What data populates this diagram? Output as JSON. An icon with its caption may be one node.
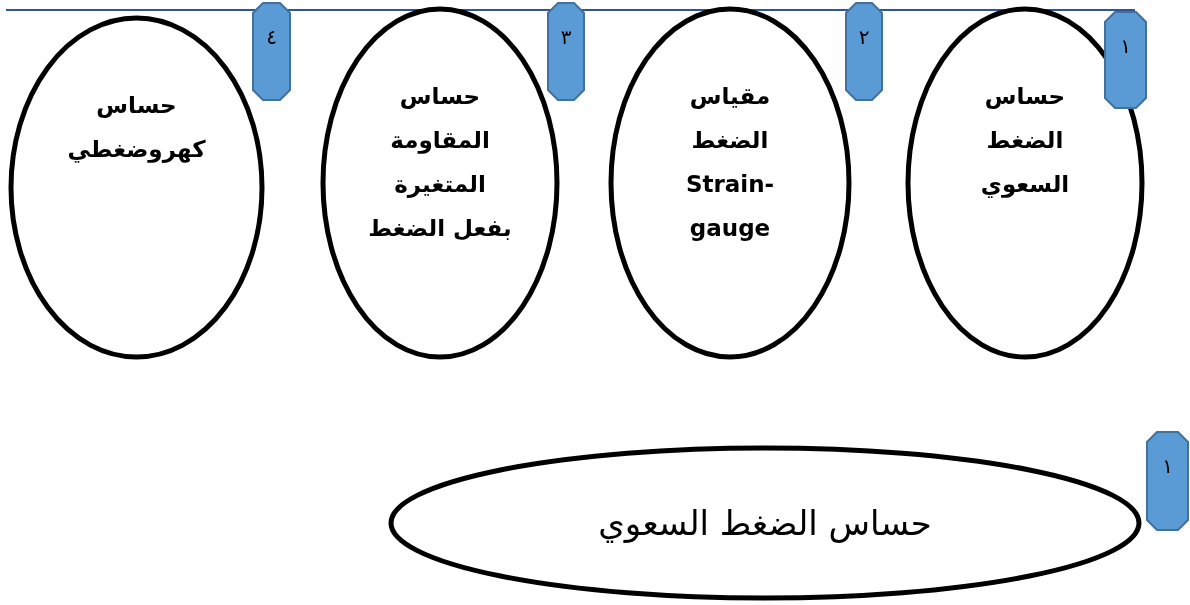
{
  "diagram": {
    "nodes": [
      {
        "text": [
          "١"
        ]
      },
      {
        "text": [
          "حساس الضغط السعوي"
        ]
      },
      {
        "text": [
          "٢"
        ]
      },
      {
        "text": [
          "مقياس الضغط Strain-gauge"
        ]
      },
      {
        "text": [
          "٣"
        ]
      },
      {
        "text": [
          "حساس المقاومة المتغيرة بفعل الضغط"
        ]
      },
      {
        "text": [
          "٤"
        ]
      },
      {
        "text": [
          "حساس كهروضغطي"
        ]
      },
      {
        "text": [
          "١"
        ]
      },
      {
        "text": [
          "حساس الضغط السعوي"
        ]
      }
    ]
  }
}
